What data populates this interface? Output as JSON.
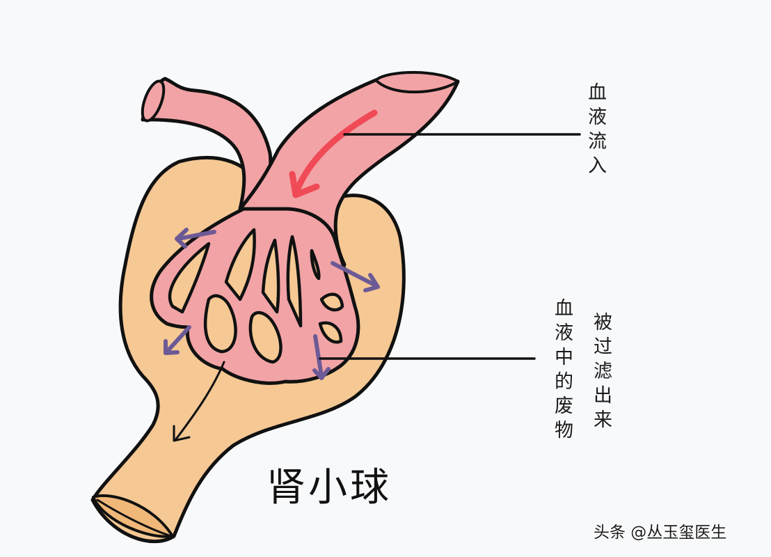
{
  "diagram": {
    "title": "肾小球",
    "labels": {
      "blood_inflow": "血液流入",
      "blood_waste": "血液中的废物",
      "filtered_out": "被过滤出来"
    },
    "watermark": "头条 @丛玉玺医生",
    "colors": {
      "background": "#f8f9fb",
      "capsule_fill": "#f5c894",
      "vessel_fill": "#f2a3a6",
      "inflow_arrow": "#f04a56",
      "filtration_arrows": "#6c5a96",
      "outline": "#111111",
      "tube_opening": "#f0b878"
    },
    "components": [
      {
        "name": "afferent-arteriole",
        "description": "blood flows in"
      },
      {
        "name": "efferent-arteriole",
        "description": "blood flows out"
      },
      {
        "name": "capillary-tuft",
        "description": "glomerular capillaries"
      },
      {
        "name": "bowmans-capsule",
        "description": "surrounding capsule"
      },
      {
        "name": "renal-tubule",
        "description": "filtrate outflow tube"
      }
    ]
  }
}
